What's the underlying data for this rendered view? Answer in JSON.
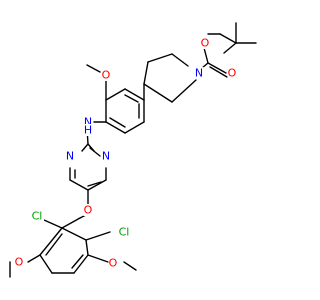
{
  "colors": {
    "background": "#ffffff",
    "bond": "#000000",
    "O": "#ff0000",
    "N": "#0000ff",
    "Cl": "#00a000",
    "H": "#0000ff"
  },
  "atoms": [
    {
      "id": "a_ocarb",
      "label": "O",
      "element": "O"
    },
    {
      "id": "a_ocarbonyl",
      "label": "O",
      "element": "O"
    },
    {
      "id": "a_npip",
      "label": "N",
      "element": "N"
    },
    {
      "id": "a_omethoxy1",
      "label": "O",
      "element": "O"
    },
    {
      "id": "a_nh",
      "label": "N",
      "element": "N"
    },
    {
      "id": "a_h",
      "label": "H",
      "element": "H"
    },
    {
      "id": "a_npyr1",
      "label": "N",
      "element": "N"
    },
    {
      "id": "a_npyr2",
      "label": "N",
      "element": "N"
    },
    {
      "id": "a_oether",
      "label": "O",
      "element": "O"
    },
    {
      "id": "a_cl1",
      "label": "Cl",
      "element": "Cl"
    },
    {
      "id": "a_cl2",
      "label": "Cl",
      "element": "Cl"
    },
    {
      "id": "a_omethoxy2",
      "label": "O",
      "element": "O"
    },
    {
      "id": "a_omethoxy3",
      "label": "O",
      "element": "O"
    }
  ]
}
